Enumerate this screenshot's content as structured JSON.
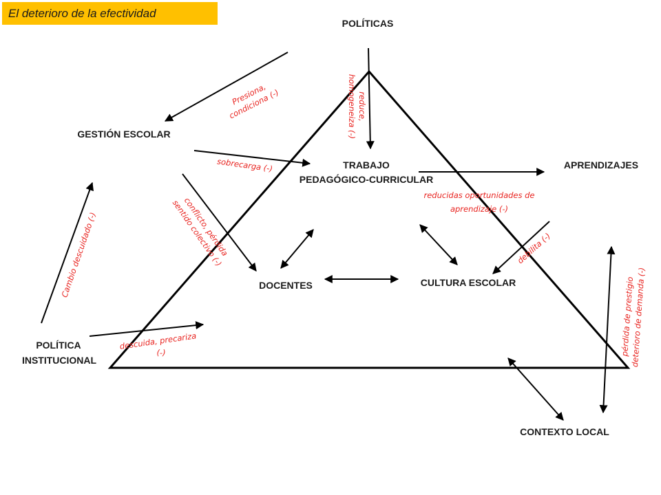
{
  "header": {
    "title": "El deterioro de la efectividad"
  },
  "colors": {
    "title_bg": "#ffc000",
    "annotation": "#e8231f",
    "lines": "#000000"
  },
  "nodes": {
    "politicas": "POLÍTICAS",
    "gestion": "GESTIÓN ESCOLAR",
    "trabajo_1": "TRABAJO",
    "trabajo_2": "PEDAGÓGICO-CURRICULAR",
    "aprendizajes": "APRENDIZAJES",
    "docentes": "DOCENTES",
    "cultura": "CULTURA ESCOLAR",
    "politica_1": "POLÍTICA",
    "politica_2": "INSTITUCIONAL",
    "contexto": "CONTEXTO LOCAL"
  },
  "annotations": {
    "presiona_1": "Presiona,",
    "presiona_2": "condiciona (-)",
    "reduce_1": "reduce,",
    "reduce_2": "homogeneiza (-)",
    "sobrecarga": "sobrecarga (-)",
    "reducidas_1": "reducidas oportunidades de",
    "reducidas_2": "aprendizaje (-)",
    "conflicto_1": "conflicto, pérdida",
    "conflicto_2": "sentido colectivo (-)",
    "cambio": "Cambio descuidado (-)",
    "debilita": "debilita (-)",
    "perdida_1": "pérdida de prestigio",
    "perdida_2": "deterioro de demanda (-)",
    "descuida_1": "descuida, precariza",
    "descuida_2": "(-)"
  }
}
